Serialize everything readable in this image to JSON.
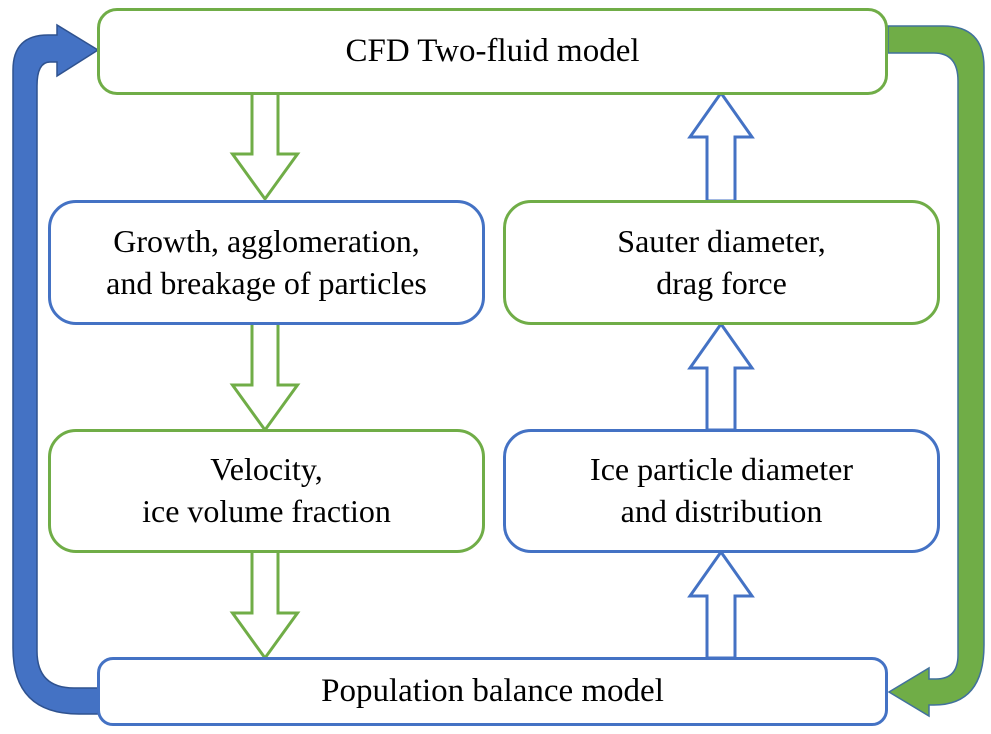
{
  "diagram": {
    "boxes": {
      "cfd": {
        "label": "CFD Two-fluid model"
      },
      "growth": {
        "lines": [
          "Growth, agglomeration,",
          "and breakage of particles"
        ]
      },
      "sauter": {
        "lines": [
          "Sauter diameter,",
          "drag force"
        ]
      },
      "velocity": {
        "lines": [
          "Velocity,",
          "ice volume fraction"
        ]
      },
      "ice": {
        "lines": [
          "Ice particle diameter",
          "and distribution"
        ]
      },
      "population": {
        "label": "Population balance model"
      }
    },
    "arrows": {
      "left_down_arrows": {
        "count": 3,
        "direction": "down",
        "color": "#70AD47",
        "style": "hollow-outline"
      },
      "right_up_arrows": {
        "count": 3,
        "direction": "up",
        "color": "#4472C4",
        "style": "hollow-outline"
      },
      "left_cycle_arrow": {
        "direction": "bottom-box to top-box",
        "color": "#4472C4",
        "style": "solid-elbow"
      },
      "right_cycle_arrow": {
        "direction": "top-box to bottom-box",
        "color": "#70AD47",
        "style": "solid-elbow"
      }
    },
    "colors": {
      "green": "#70AD47",
      "blue": "#4472C4",
      "green_arrow_outline": "#41719C",
      "blue_arrow_outline": "#2F528F",
      "text": "#000000",
      "background": "#FFFFFF"
    }
  }
}
